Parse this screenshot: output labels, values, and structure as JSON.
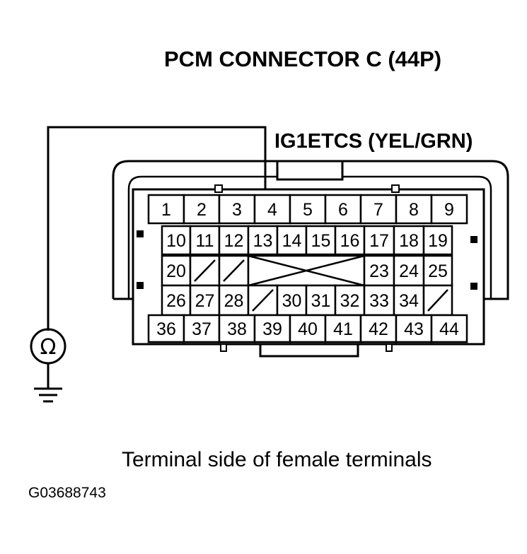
{
  "title": "PCM CONNECTOR C (44P)",
  "pin_label": "IG1ETCS (YEL/GRN)",
  "caption": "Terminal side of female terminals",
  "figure_id": "G03688743",
  "meter_symbol": "Ω",
  "rows": [
    [
      "1",
      "2",
      "3",
      "4",
      "5",
      "6",
      "7",
      "8",
      "9"
    ],
    [
      "10",
      "11",
      "12",
      "13",
      "14",
      "15",
      "16",
      "17",
      "18",
      "19"
    ],
    [
      "20",
      "",
      "",
      "",
      "",
      "",
      "",
      "23",
      "24",
      "25"
    ],
    [
      "26",
      "27",
      "28",
      "",
      "30",
      "31",
      "32",
      "33",
      "34",
      ""
    ],
    [
      "36",
      "37",
      "38",
      "39",
      "40",
      "41",
      "42",
      "43",
      "44"
    ]
  ]
}
